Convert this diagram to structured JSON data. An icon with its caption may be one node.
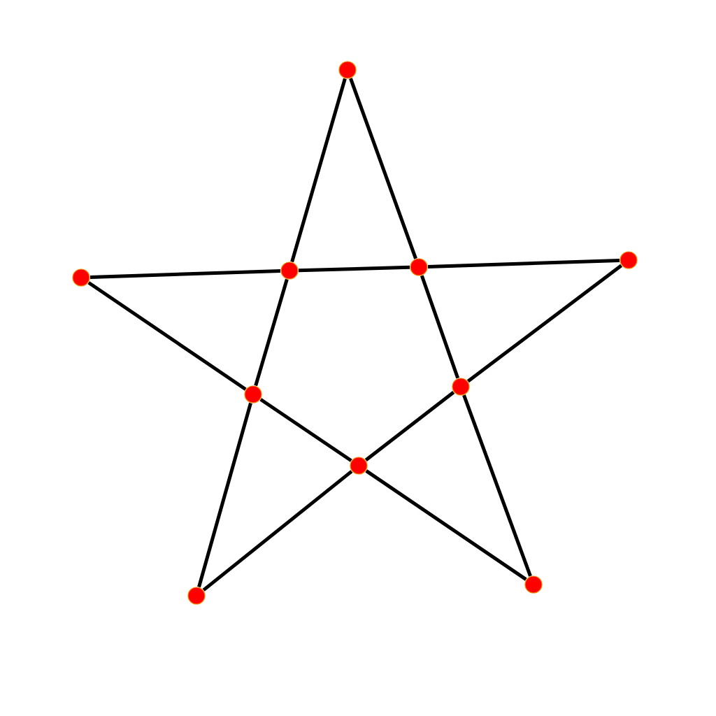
{
  "diagram": {
    "nodes": [
      {
        "text": [],
        "shape": "circle"
      },
      {
        "text": [],
        "shape": "circle"
      },
      {
        "text": [],
        "shape": "circle"
      },
      {
        "text": [],
        "shape": "circle"
      },
      {
        "text": [],
        "shape": "circle"
      },
      {
        "text": [],
        "shape": "circle"
      },
      {
        "text": [],
        "shape": "circle"
      },
      {
        "text": [],
        "shape": "circle"
      },
      {
        "text": [],
        "shape": "circle"
      },
      {
        "text": [],
        "shape": "circle"
      }
    ],
    "edges": [
      {
        "from": 0,
        "to": 3,
        "arrow": "none"
      },
      {
        "from": 3,
        "to": 5,
        "arrow": "none"
      },
      {
        "from": 5,
        "to": 8,
        "arrow": "none"
      },
      {
        "from": 0,
        "to": 2,
        "arrow": "none"
      },
      {
        "from": 2,
        "to": 6,
        "arrow": "none"
      },
      {
        "from": 6,
        "to": 9,
        "arrow": "none"
      },
      {
        "from": 4,
        "to": 3,
        "arrow": "none"
      },
      {
        "from": 3,
        "to": 2,
        "arrow": "none"
      },
      {
        "from": 2,
        "to": 1,
        "arrow": "none"
      },
      {
        "from": 4,
        "to": 5,
        "arrow": "none"
      },
      {
        "from": 5,
        "to": 7,
        "arrow": "none"
      },
      {
        "from": 7,
        "to": 9,
        "arrow": "none"
      },
      {
        "from": 1,
        "to": 6,
        "arrow": "none"
      },
      {
        "from": 6,
        "to": 7,
        "arrow": "none"
      },
      {
        "from": 7,
        "to": 8,
        "arrow": "none"
      }
    ]
  }
}
